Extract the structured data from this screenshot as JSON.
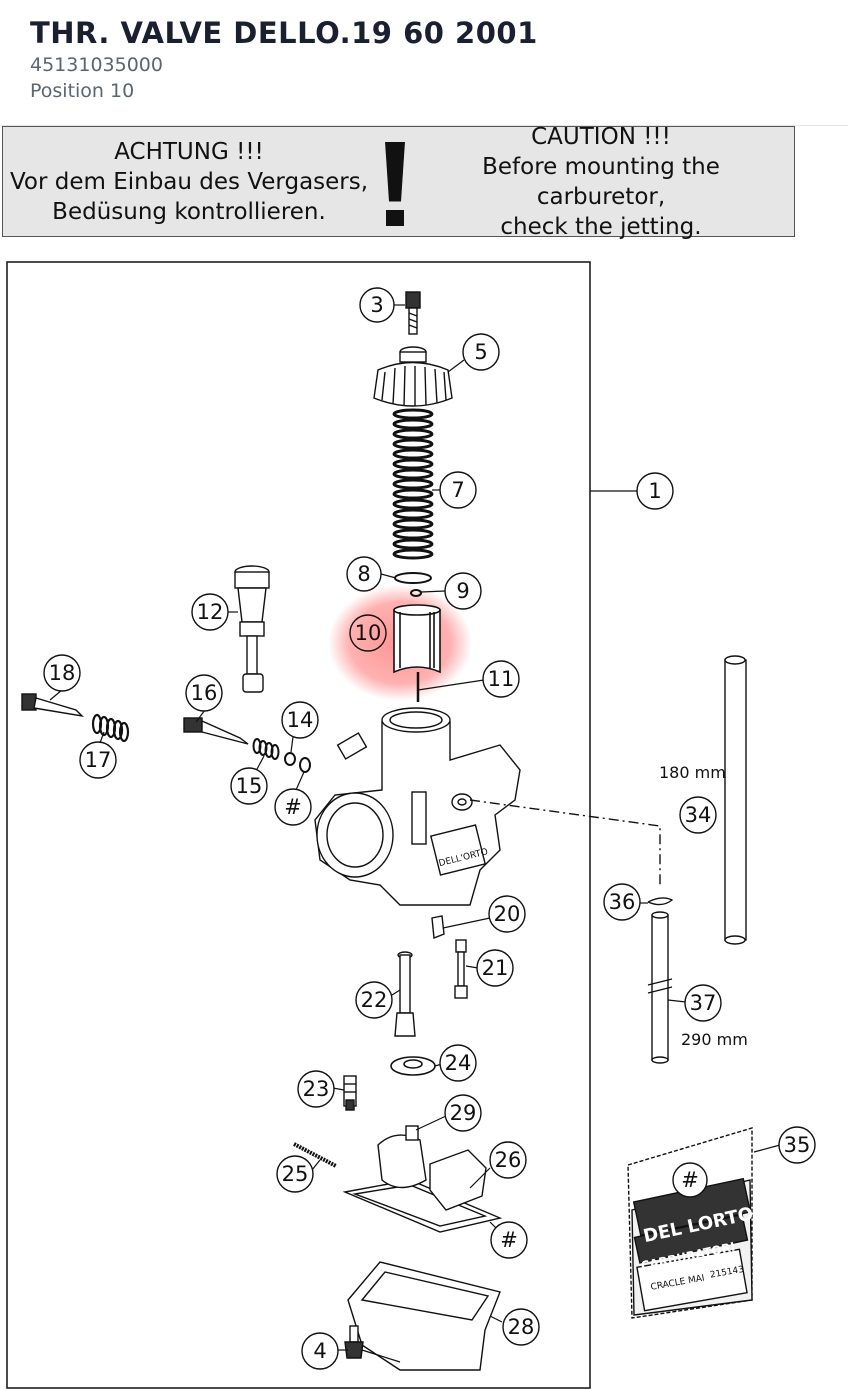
{
  "header": {
    "title": "THR. VALVE DELLO.19 60 2001",
    "part_number": "45131035000",
    "position": "Position 10"
  },
  "caution": {
    "de_line1": "ACHTUNG !!!",
    "de_line2": "Vor dem Einbau des Vergasers,",
    "de_line3": "Bedüsung kontrollieren.",
    "en_line1": "CAUTION !!!",
    "en_line2": "Before mounting the carburetor,",
    "en_line3": "check the jetting."
  },
  "callouts": {
    "c1": "1",
    "c3": "3",
    "c4": "4",
    "c5": "5",
    "c7": "7",
    "c8": "8",
    "c9": "9",
    "c10": "10",
    "c11": "11",
    "c12": "12",
    "c14": "14",
    "c15": "15",
    "c16": "16",
    "c17": "17",
    "c18": "18",
    "c20": "20",
    "c21": "21",
    "c22": "22",
    "c23": "23",
    "c24": "24",
    "c25": "25",
    "c26": "26",
    "c28": "28",
    "c29": "29",
    "c34": "34",
    "c35": "35",
    "c36": "36",
    "c37": "37",
    "hash": "#"
  },
  "dimensions": {
    "long_tube": "180 mm",
    "short_tube": "290 mm"
  },
  "package": {
    "brand": "DEL LORTO",
    "line2": "CARBURATORI",
    "line3": "CRACLE MAI",
    "code": "215143"
  },
  "colors": {
    "highlight": "#ff3b3b",
    "caution_bg": "#e6e6e6",
    "title": "#1b2030",
    "subtitle": "#5b6473"
  }
}
